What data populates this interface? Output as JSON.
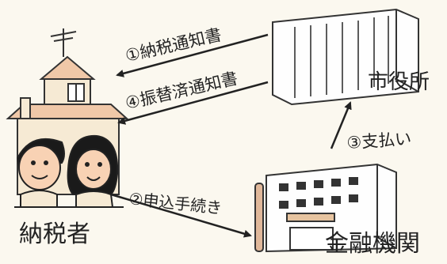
{
  "nodes": {
    "taxpayer": "納税者",
    "city_hall": "市役所",
    "bank": "金融機関"
  },
  "steps": [
    {
      "num": "①",
      "label": "納税通知書"
    },
    {
      "num": "④",
      "label": "振替済通知書"
    },
    {
      "num": "③",
      "label": "支払い"
    },
    {
      "num": "②",
      "label": "申込手続き"
    }
  ],
  "colors": {
    "roof": "#f0c8a8",
    "house_wall": "#f6ead4",
    "building": "#fefefe",
    "window": "#333333",
    "skin": "#f8d2b4",
    "hair": "#1a1a1a",
    "arrow": "#222222",
    "bank_sign": "#e7c4a0",
    "bank_pillar": "#e0b89a",
    "background": "#fbf8ef"
  },
  "icons": [
    "house-icon",
    "city-hall-building-icon",
    "bank-building-icon",
    "antenna-icon",
    "family-icon"
  ]
}
